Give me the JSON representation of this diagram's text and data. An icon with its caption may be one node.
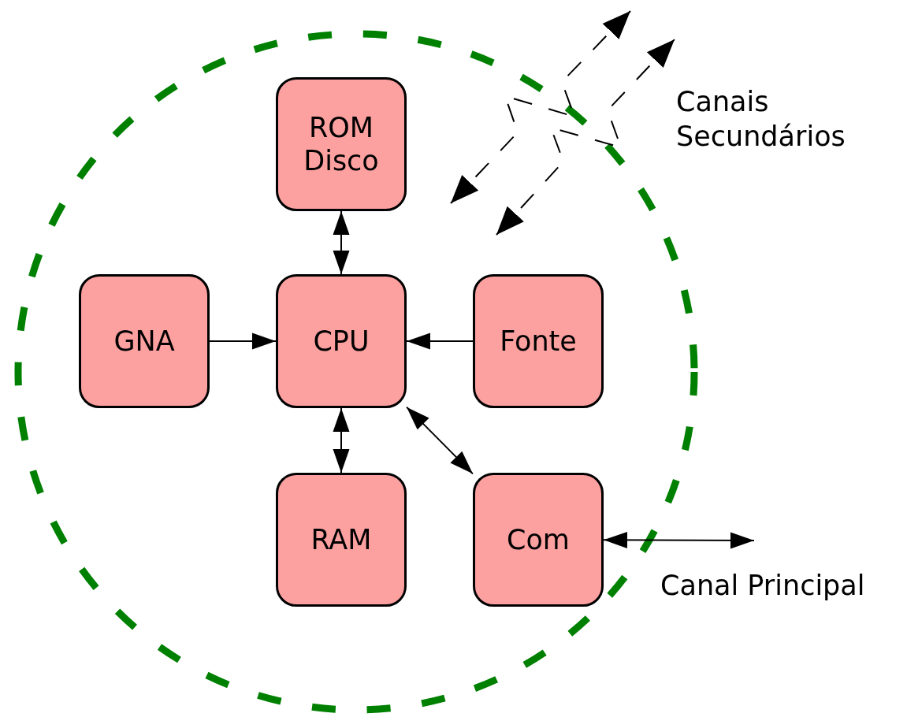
{
  "diagram": {
    "nodes": [
      {
        "text": [],
        "shape": "circle"
      },
      {
        "text": [
          "ROM Disco"
        ],
        "in": 0
      },
      {
        "text": [
          "GNA"
        ],
        "in": 0
      },
      {
        "text": [
          "CPU"
        ],
        "in": 0
      },
      {
        "text": [
          "Fonte"
        ],
        "in": 0
      },
      {
        "text": [
          "RAM"
        ],
        "in": 0
      },
      {
        "text": [
          "Com"
        ],
        "in": 0
      }
    ],
    "edges": [
      {
        "from": 1,
        "to": 3,
        "arrow": "both"
      },
      {
        "from": 2,
        "to": 3,
        "arrow": "to"
      },
      {
        "from": 4,
        "to": 3,
        "arrow": "to"
      },
      {
        "from": 3,
        "to": 5,
        "arrow": "both"
      },
      {
        "from": 3,
        "to": 6,
        "arrow": "both"
      },
      {
        "from": 6,
        "to": null,
        "arrow": "both"
      }
    ],
    "labels": [
      "Canais Secundários",
      "Canal Principal"
    ]
  }
}
